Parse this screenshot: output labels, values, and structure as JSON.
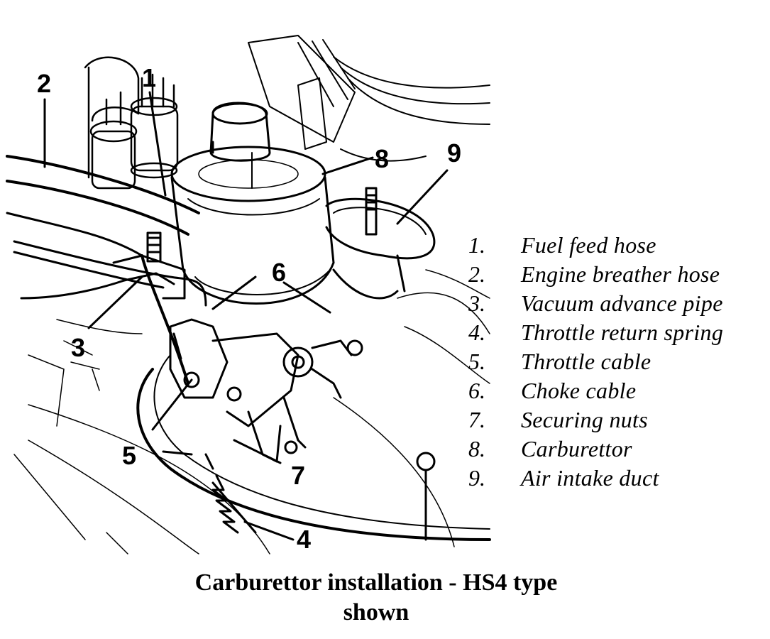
{
  "callouts": [
    {
      "num": "1",
      "label": "Fuel feed hose"
    },
    {
      "num": "2",
      "label": "Engine breather hose"
    },
    {
      "num": "3",
      "label": "Vacuum advance pipe"
    },
    {
      "num": "4",
      "label": "Throttle return spring"
    },
    {
      "num": "5",
      "label": "Throttle cable"
    },
    {
      "num": "6",
      "label": "Choke cable"
    },
    {
      "num": "7",
      "label": "Securing nuts"
    },
    {
      "num": "8",
      "label": "Carburettor"
    },
    {
      "num": "9",
      "label": "Air intake duct"
    }
  ],
  "legend": [
    {
      "num": "1.",
      "text": "Fuel feed hose"
    },
    {
      "num": "2.",
      "text": "Engine breather hose"
    },
    {
      "num": "3.",
      "text": "Vacuum advance pipe"
    },
    {
      "num": "4.",
      "text": "Throttle return spring"
    },
    {
      "num": "5.",
      "text": "Throttle cable"
    },
    {
      "num": "6.",
      "text": "Choke cable"
    },
    {
      "num": "7.",
      "text": "Securing nuts"
    },
    {
      "num": "8.",
      "text": "Carburettor"
    },
    {
      "num": "9.",
      "text": "Air intake duct"
    }
  ],
  "caption": {
    "line1": "Carburettor installation - HS4 type",
    "line2": "shown"
  }
}
